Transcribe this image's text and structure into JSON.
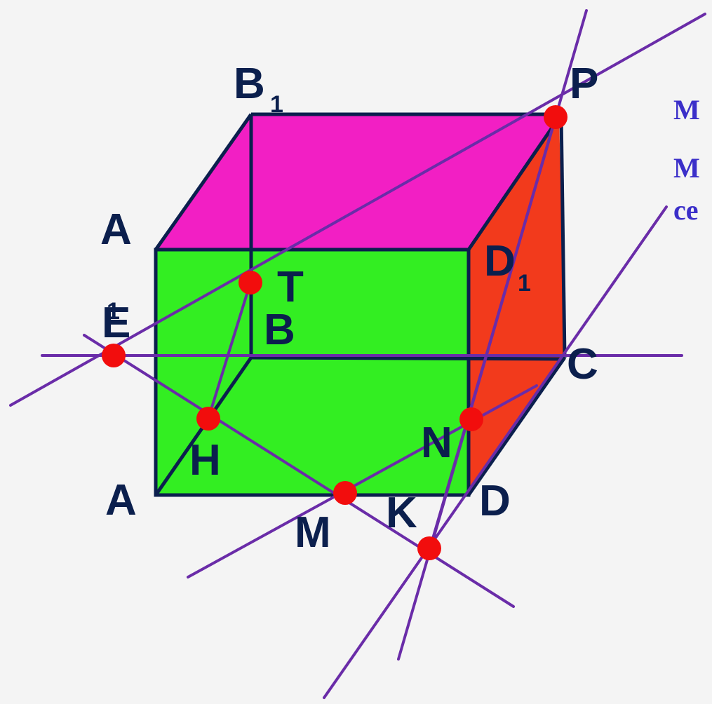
{
  "colors": {
    "background": "#f4f4f4",
    "front_face": "#33ee22",
    "top_face": "#f21fc4",
    "right_face": "#f23a1c",
    "edge": "#0b1f4d",
    "section_line": "#6a2ca8",
    "point": "#f20d0d",
    "label": "#0b1f4d",
    "side_text": "#3b2fc9"
  },
  "vertex_labels": {
    "B1": "B",
    "B1_sub": "1",
    "A1": "A",
    "A1_sub": "1",
    "D1": "D",
    "D1_sub": "1",
    "B": "B",
    "C": "C",
    "A": "A",
    "D": "D"
  },
  "point_labels": {
    "P": "P",
    "T": "T",
    "E": "E",
    "H": "H",
    "N": "N",
    "M": "M",
    "K": "K"
  },
  "side_text": [
    "M",
    "M",
    "ce"
  ]
}
